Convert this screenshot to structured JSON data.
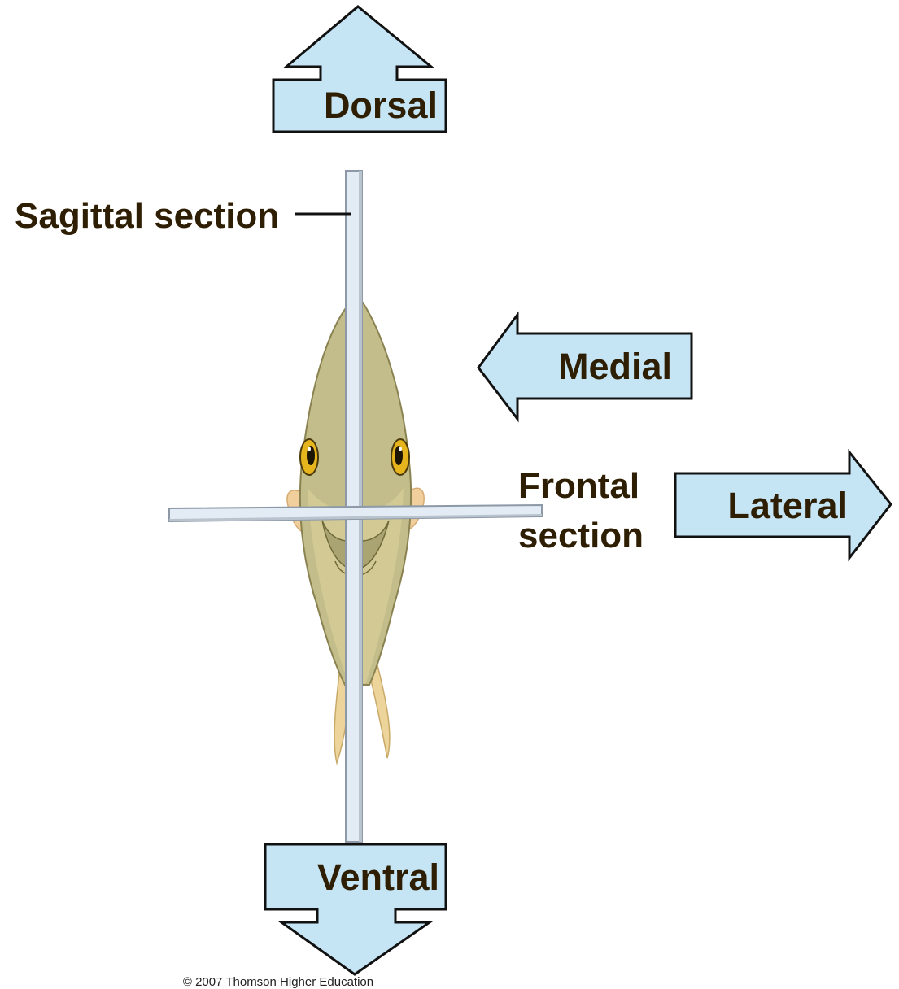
{
  "figure": {
    "arrows": {
      "dorsal": "Dorsal",
      "medial": "Medial",
      "lateral": "Lateral",
      "ventral": "Ventral"
    },
    "sections": {
      "sagittal": "Sagittal section",
      "frontal_line1": "Frontal",
      "frontal_line2": "section"
    },
    "copyright": "© 2007 Thomson Higher Education"
  },
  "colors": {
    "arrow_fill": "#c5e5f5",
    "label_text": "#2e1f04",
    "fish_body": "#c2bd8a",
    "fish_eye": "#e6b41c"
  },
  "icons": {
    "fish": "fish-front-view-illustration"
  }
}
